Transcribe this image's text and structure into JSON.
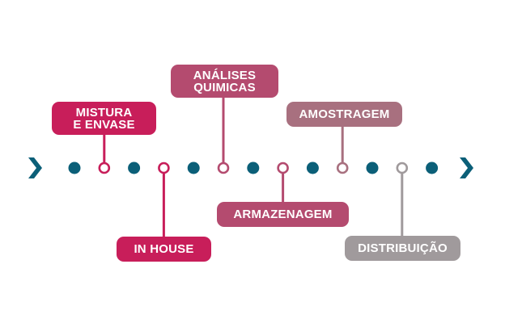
{
  "colors": {
    "timeline": "#0b5f78",
    "magenta": "#c81e5a",
    "rose": "#b44b6f",
    "mauve": "#a8707f",
    "grey": "#a09a9c"
  },
  "timeline": {
    "start_icon": "chevron-right-icon",
    "end_icon": "chevron-right-icon",
    "points": [
      "dot",
      "step",
      "dot",
      "step",
      "dot",
      "step",
      "dot",
      "step",
      "dot",
      "step",
      "dot",
      "step",
      "dot"
    ]
  },
  "steps": [
    {
      "id": "mistura",
      "label": "MISTURA\nE ENVASE",
      "color": "magenta",
      "side": "above"
    },
    {
      "id": "in-house",
      "label": "IN HOUSE",
      "color": "magenta",
      "side": "below"
    },
    {
      "id": "analises",
      "label": "ANÁLISES\nQUIMICAS",
      "color": "rose",
      "side": "above"
    },
    {
      "id": "armazenagem",
      "label": "ARMAZENAGEM",
      "color": "rose",
      "side": "below"
    },
    {
      "id": "amostragem",
      "label": "AMOSTRAGEM",
      "color": "mauve",
      "side": "above"
    },
    {
      "id": "distribuicao",
      "label": "DISTRIBUIÇÃO",
      "color": "grey",
      "side": "below"
    }
  ]
}
